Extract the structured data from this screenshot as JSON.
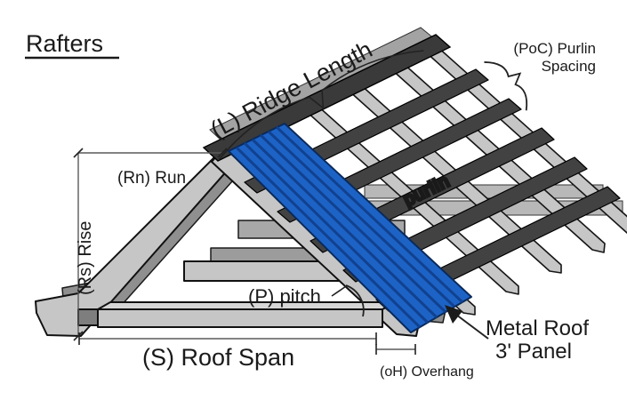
{
  "title": "Rafters",
  "labels": {
    "ridge_length": "(L) Ridge Length",
    "purlin_spacing_line1": "(PoC) Purlin",
    "purlin_spacing_line2": "Spacing",
    "run": "(Rn) Run",
    "rise": "(Rs) Rise",
    "purlin": "purlin",
    "pitch": "(P) pitch",
    "roof_span": "(S) Roof Span",
    "overhang": "(oH) Overhang",
    "metal_roof_line1": "Metal Roof",
    "metal_roof_line2": "3' Panel"
  },
  "colors": {
    "panel_blue": "#1d63c6",
    "panel_rib": "#11418f",
    "panel_outline": "#0a2a5a",
    "wood_light": "#c6c6c6",
    "wood_top": "#d6d6d6",
    "wood_medium": "#8f8f8f",
    "purlin_dark": "#424242",
    "ridge_dark": "#3a3a3a",
    "plate_end_dark": "#7e7e7e",
    "dimension_line": "#5a5a5a",
    "text": "#1a1a1a",
    "background": "#ffffff"
  }
}
